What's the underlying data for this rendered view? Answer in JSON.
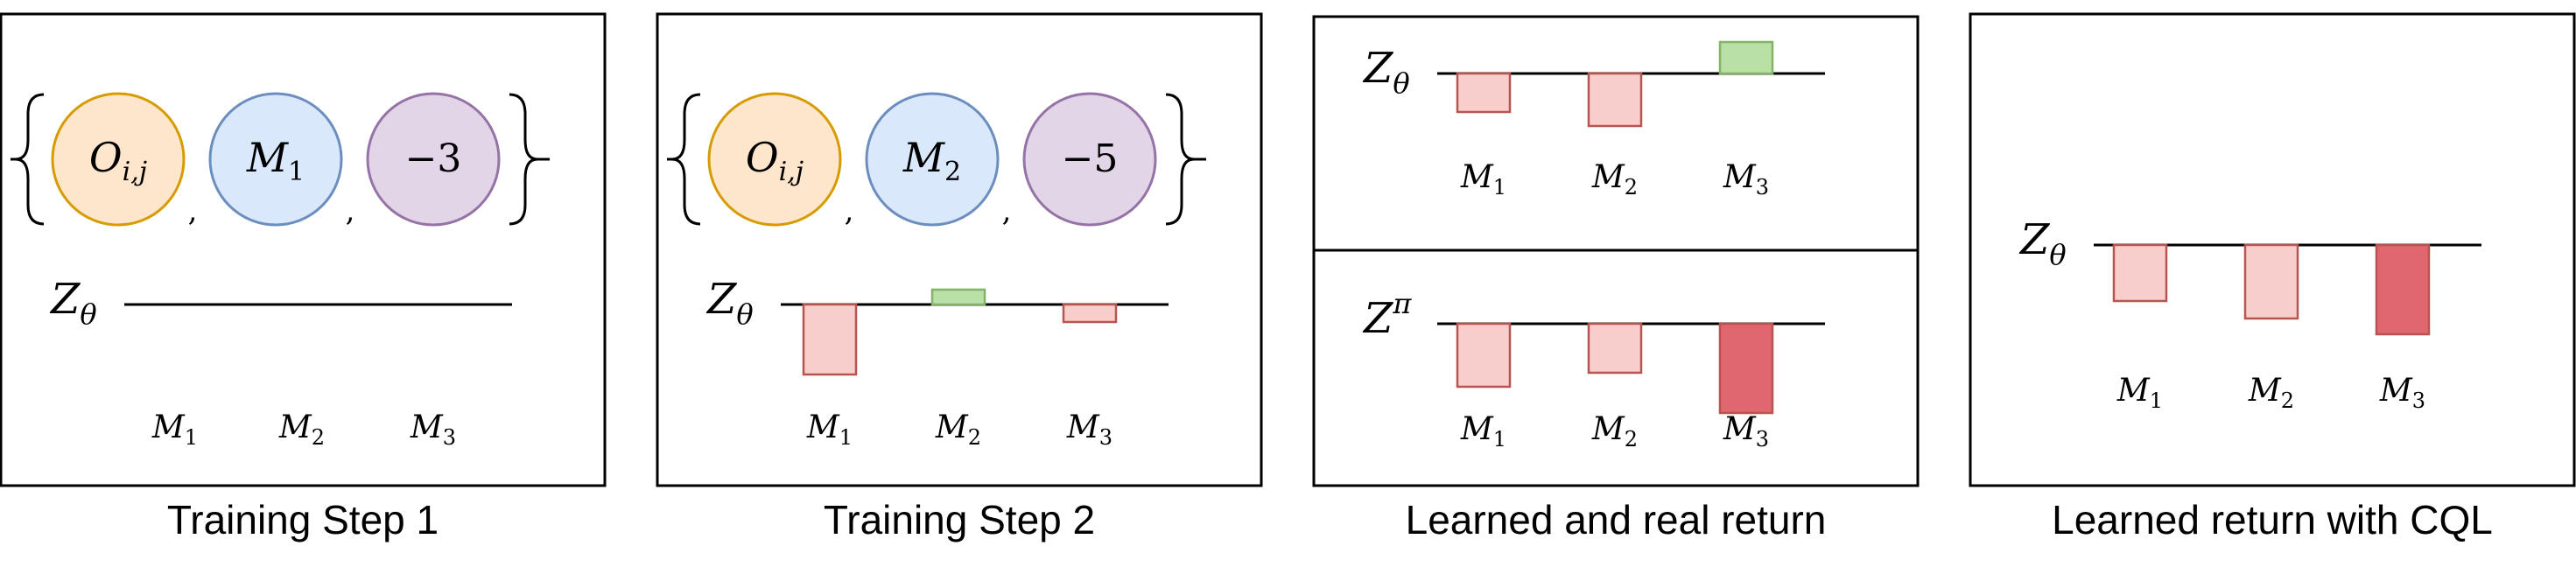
{
  "colors": {
    "obs_fill": "#fde6cc",
    "obs_stroke": "#d79b00",
    "m_fill": "#dae8fc",
    "m_stroke": "#6c8ebf",
    "r_fill": "#e1d5e7",
    "r_stroke": "#9673a6",
    "neg_fill": "#f8cecc",
    "neg_stroke": "#b85450",
    "pos_fill": "#b9e0a5",
    "pos_stroke": "#82b366",
    "strong_fill": "#e06770",
    "strong_stroke": "#b85450"
  },
  "panels": [
    {
      "caption": "Training Step 1",
      "tuple": {
        "observation": "O",
        "observation_sub": "i,j",
        "model": "M",
        "model_sub": "1",
        "reward": "−3"
      },
      "z_label": "Z",
      "z_sub": "θ",
      "bars": [
        {
          "label": "M",
          "sub": "1",
          "value": 0,
          "tone": "neg"
        },
        {
          "label": "M",
          "sub": "2",
          "value": 0,
          "tone": "neg"
        },
        {
          "label": "M",
          "sub": "3",
          "value": 0,
          "tone": "neg"
        }
      ]
    },
    {
      "caption": "Training Step 2",
      "tuple": {
        "observation": "O",
        "observation_sub": "i,j",
        "model": "M",
        "model_sub": "2",
        "reward": "−5"
      },
      "z_label": "Z",
      "z_sub": "θ",
      "bars": [
        {
          "label": "M",
          "sub": "1",
          "value": -4,
          "tone": "neg"
        },
        {
          "label": "M",
          "sub": "2",
          "value": 0.85,
          "tone": "pos"
        },
        {
          "label": "M",
          "sub": "3",
          "value": -1,
          "tone": "neg"
        }
      ]
    },
    {
      "caption": "Learned and real return",
      "charts": [
        {
          "z_label": "Z",
          "z_sub": "θ",
          "z_sup": "",
          "bars": [
            {
              "label": "M",
              "sub": "1",
              "value": -2.2,
              "tone": "neg"
            },
            {
              "label": "M",
              "sub": "2",
              "value": -3,
              "tone": "neg"
            },
            {
              "label": "M",
              "sub": "3",
              "value": 1.8,
              "tone": "pos"
            }
          ]
        },
        {
          "z_label": "Z",
          "z_sub": "",
          "z_sup": "π",
          "bars": [
            {
              "label": "M",
              "sub": "1",
              "value": -3.6,
              "tone": "neg"
            },
            {
              "label": "M",
              "sub": "2",
              "value": -2.8,
              "tone": "neg"
            },
            {
              "label": "M",
              "sub": "3",
              "value": -5.1,
              "tone": "strong"
            }
          ]
        }
      ]
    },
    {
      "caption": "Learned return with CQL",
      "z_label": "Z",
      "z_sub": "θ",
      "bars": [
        {
          "label": "M",
          "sub": "1",
          "value": -3.2,
          "tone": "neg"
        },
        {
          "label": "M",
          "sub": "2",
          "value": -4.2,
          "tone": "neg"
        },
        {
          "label": "M",
          "sub": "3",
          "value": -5.1,
          "tone": "strong"
        }
      ]
    }
  ]
}
